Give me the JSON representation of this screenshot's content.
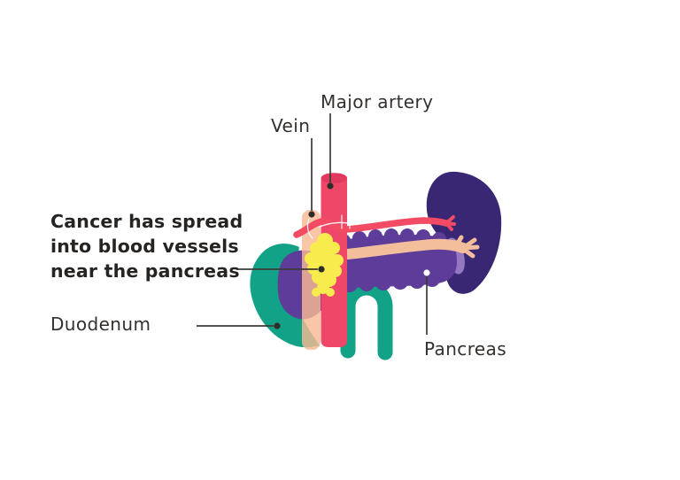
{
  "figure": {
    "kind": "medical-illustration",
    "labels": {
      "major_artery": "Major artery",
      "vein": "Vein",
      "duodenum": "Duodenum",
      "pancreas": "Pancreas"
    },
    "annotation": {
      "line1": "Cancer has spread",
      "line2": "into blood vessels",
      "line3": "near the pancreas"
    },
    "colors": {
      "background": "#FFFFFF",
      "text": "#33302E",
      "annotation_text": "#262321",
      "leader_line": "#3E3A36",
      "leader_dot": "#2E2B29",
      "leader_dot_light": "#FFFFFF",
      "artery": "#EE4768",
      "artery_cap": "#E23A5F",
      "artery_branch": "#F24B63",
      "vein": "#F8B994",
      "splenic_vessel": "#F3BE9C",
      "duodenum": "#12A287",
      "pancreas": "#5E3C99",
      "pancreas_tail": "#9678C2",
      "spleen": "#392774",
      "cancer": "#F7EB4D",
      "vessel_highlight": "#FFFFFF"
    }
  }
}
